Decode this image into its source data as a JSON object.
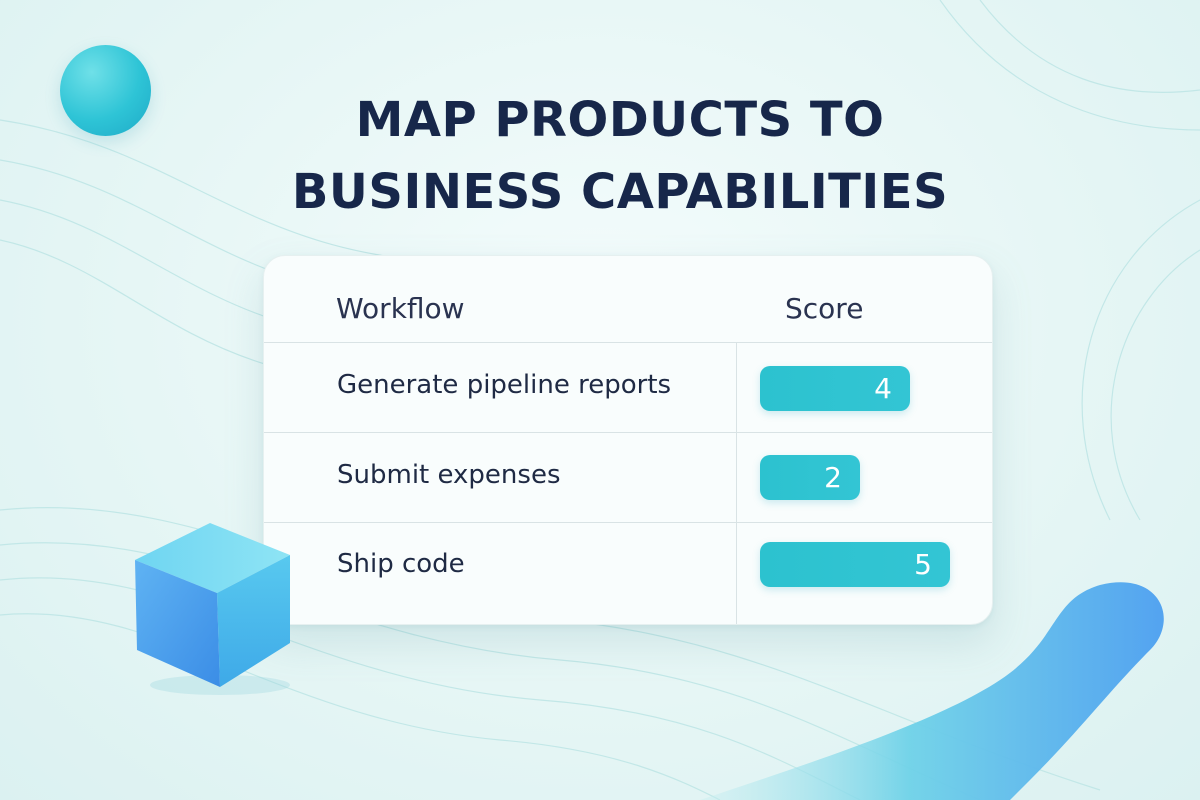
{
  "title": {
    "line1": "MAP PRODUCTS TO",
    "line2": "BUSINESS CAPABILITIES"
  },
  "table": {
    "headers": {
      "workflow": "Workflow",
      "score": "Score"
    },
    "max_score": 5,
    "rows": [
      {
        "label": "Generate pipeline reports",
        "score": 4
      },
      {
        "label": "Submit expenses",
        "score": 2
      },
      {
        "label": "Ship code",
        "score": 5
      }
    ]
  },
  "colors": {
    "title": "#17274a",
    "bar": "#2cc2cf",
    "accent_blue": "#4aa2ee",
    "background": "#e6f6f5"
  },
  "decorations": {
    "orb": "teal-sphere",
    "cube": "blue-cube-icon",
    "wave": "blue-wave-blob"
  }
}
